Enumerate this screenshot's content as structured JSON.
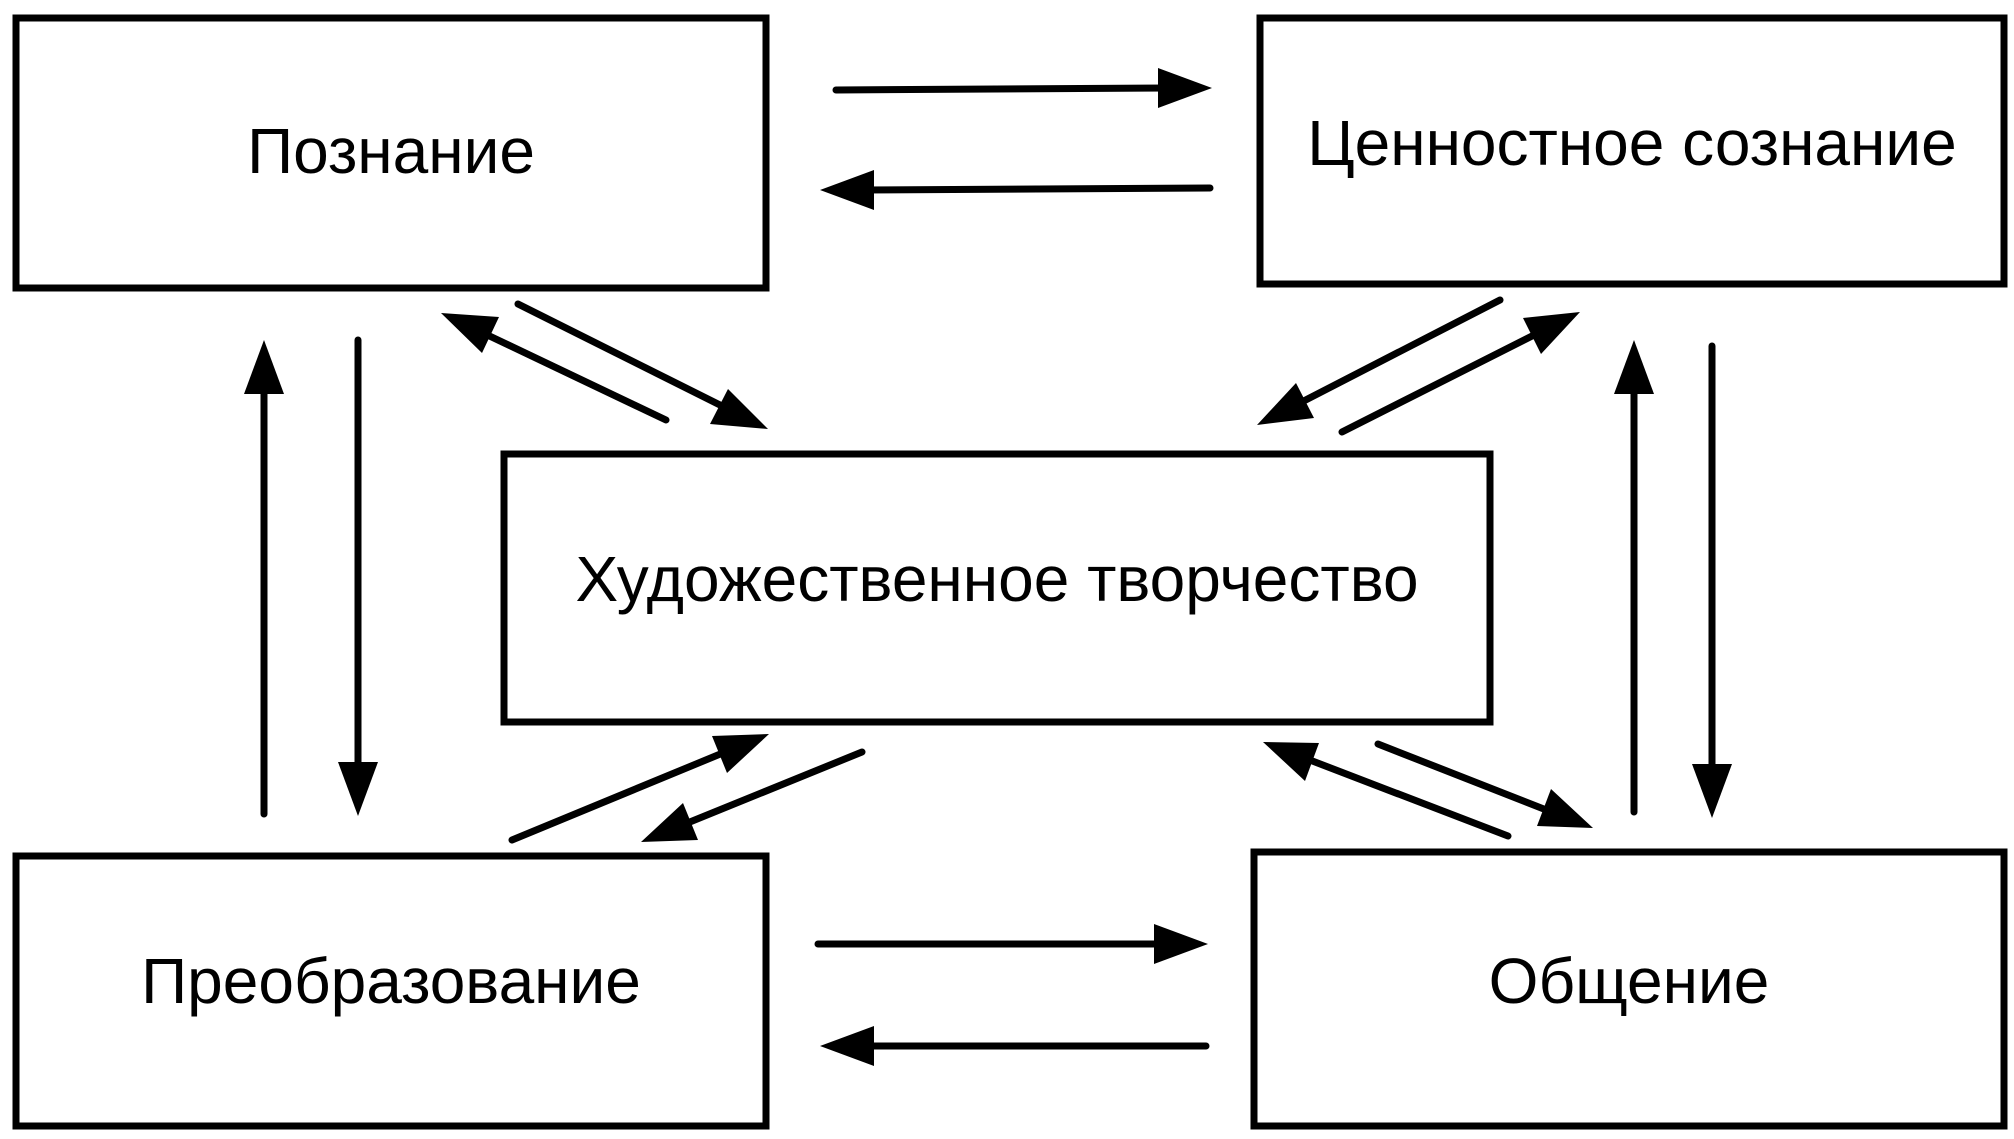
{
  "diagram": {
    "nodes": {
      "cognition": "Познание",
      "value_consciousness": "Ценностное сознание",
      "artistic_creativity": "Художественное творчество",
      "transformation": "Преобразование",
      "communication": "Общение"
    },
    "edges": [
      {
        "from": "cognition",
        "to": "value_consciousness"
      },
      {
        "from": "value_consciousness",
        "to": "cognition"
      },
      {
        "from": "transformation",
        "to": "communication"
      },
      {
        "from": "communication",
        "to": "transformation"
      },
      {
        "from": "transformation",
        "to": "cognition"
      },
      {
        "from": "cognition",
        "to": "transformation"
      },
      {
        "from": "communication",
        "to": "value_consciousness"
      },
      {
        "from": "value_consciousness",
        "to": "communication"
      },
      {
        "from": "artistic_creativity",
        "to": "cognition"
      },
      {
        "from": "cognition",
        "to": "artistic_creativity"
      },
      {
        "from": "value_consciousness",
        "to": "artistic_creativity"
      },
      {
        "from": "artistic_creativity",
        "to": "value_consciousness"
      },
      {
        "from": "transformation",
        "to": "artistic_creativity"
      },
      {
        "from": "artistic_creativity",
        "to": "transformation"
      },
      {
        "from": "artistic_creativity",
        "to": "communication"
      },
      {
        "from": "communication",
        "to": "artistic_creativity"
      }
    ]
  }
}
